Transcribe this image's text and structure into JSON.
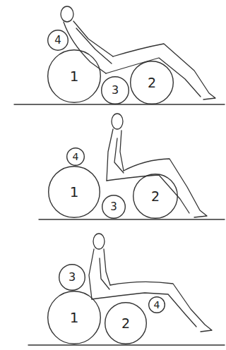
{
  "diagram": {
    "nodes": [
      {
        "text": [
          "4"
        ]
      },
      {
        "text": [
          "1"
        ]
      },
      {
        "text": [
          "3"
        ]
      },
      {
        "text": [
          "2"
        ]
      },
      {
        "text": [
          "4"
        ]
      },
      {
        "text": [
          "1"
        ]
      },
      {
        "text": [
          "3"
        ]
      },
      {
        "text": [
          "2"
        ]
      },
      {
        "text": [
          "3"
        ]
      },
      {
        "text": [
          "1"
        ]
      },
      {
        "text": [
          "2"
        ]
      },
      {
        "text": [
          "4"
        ]
      }
    ]
  }
}
